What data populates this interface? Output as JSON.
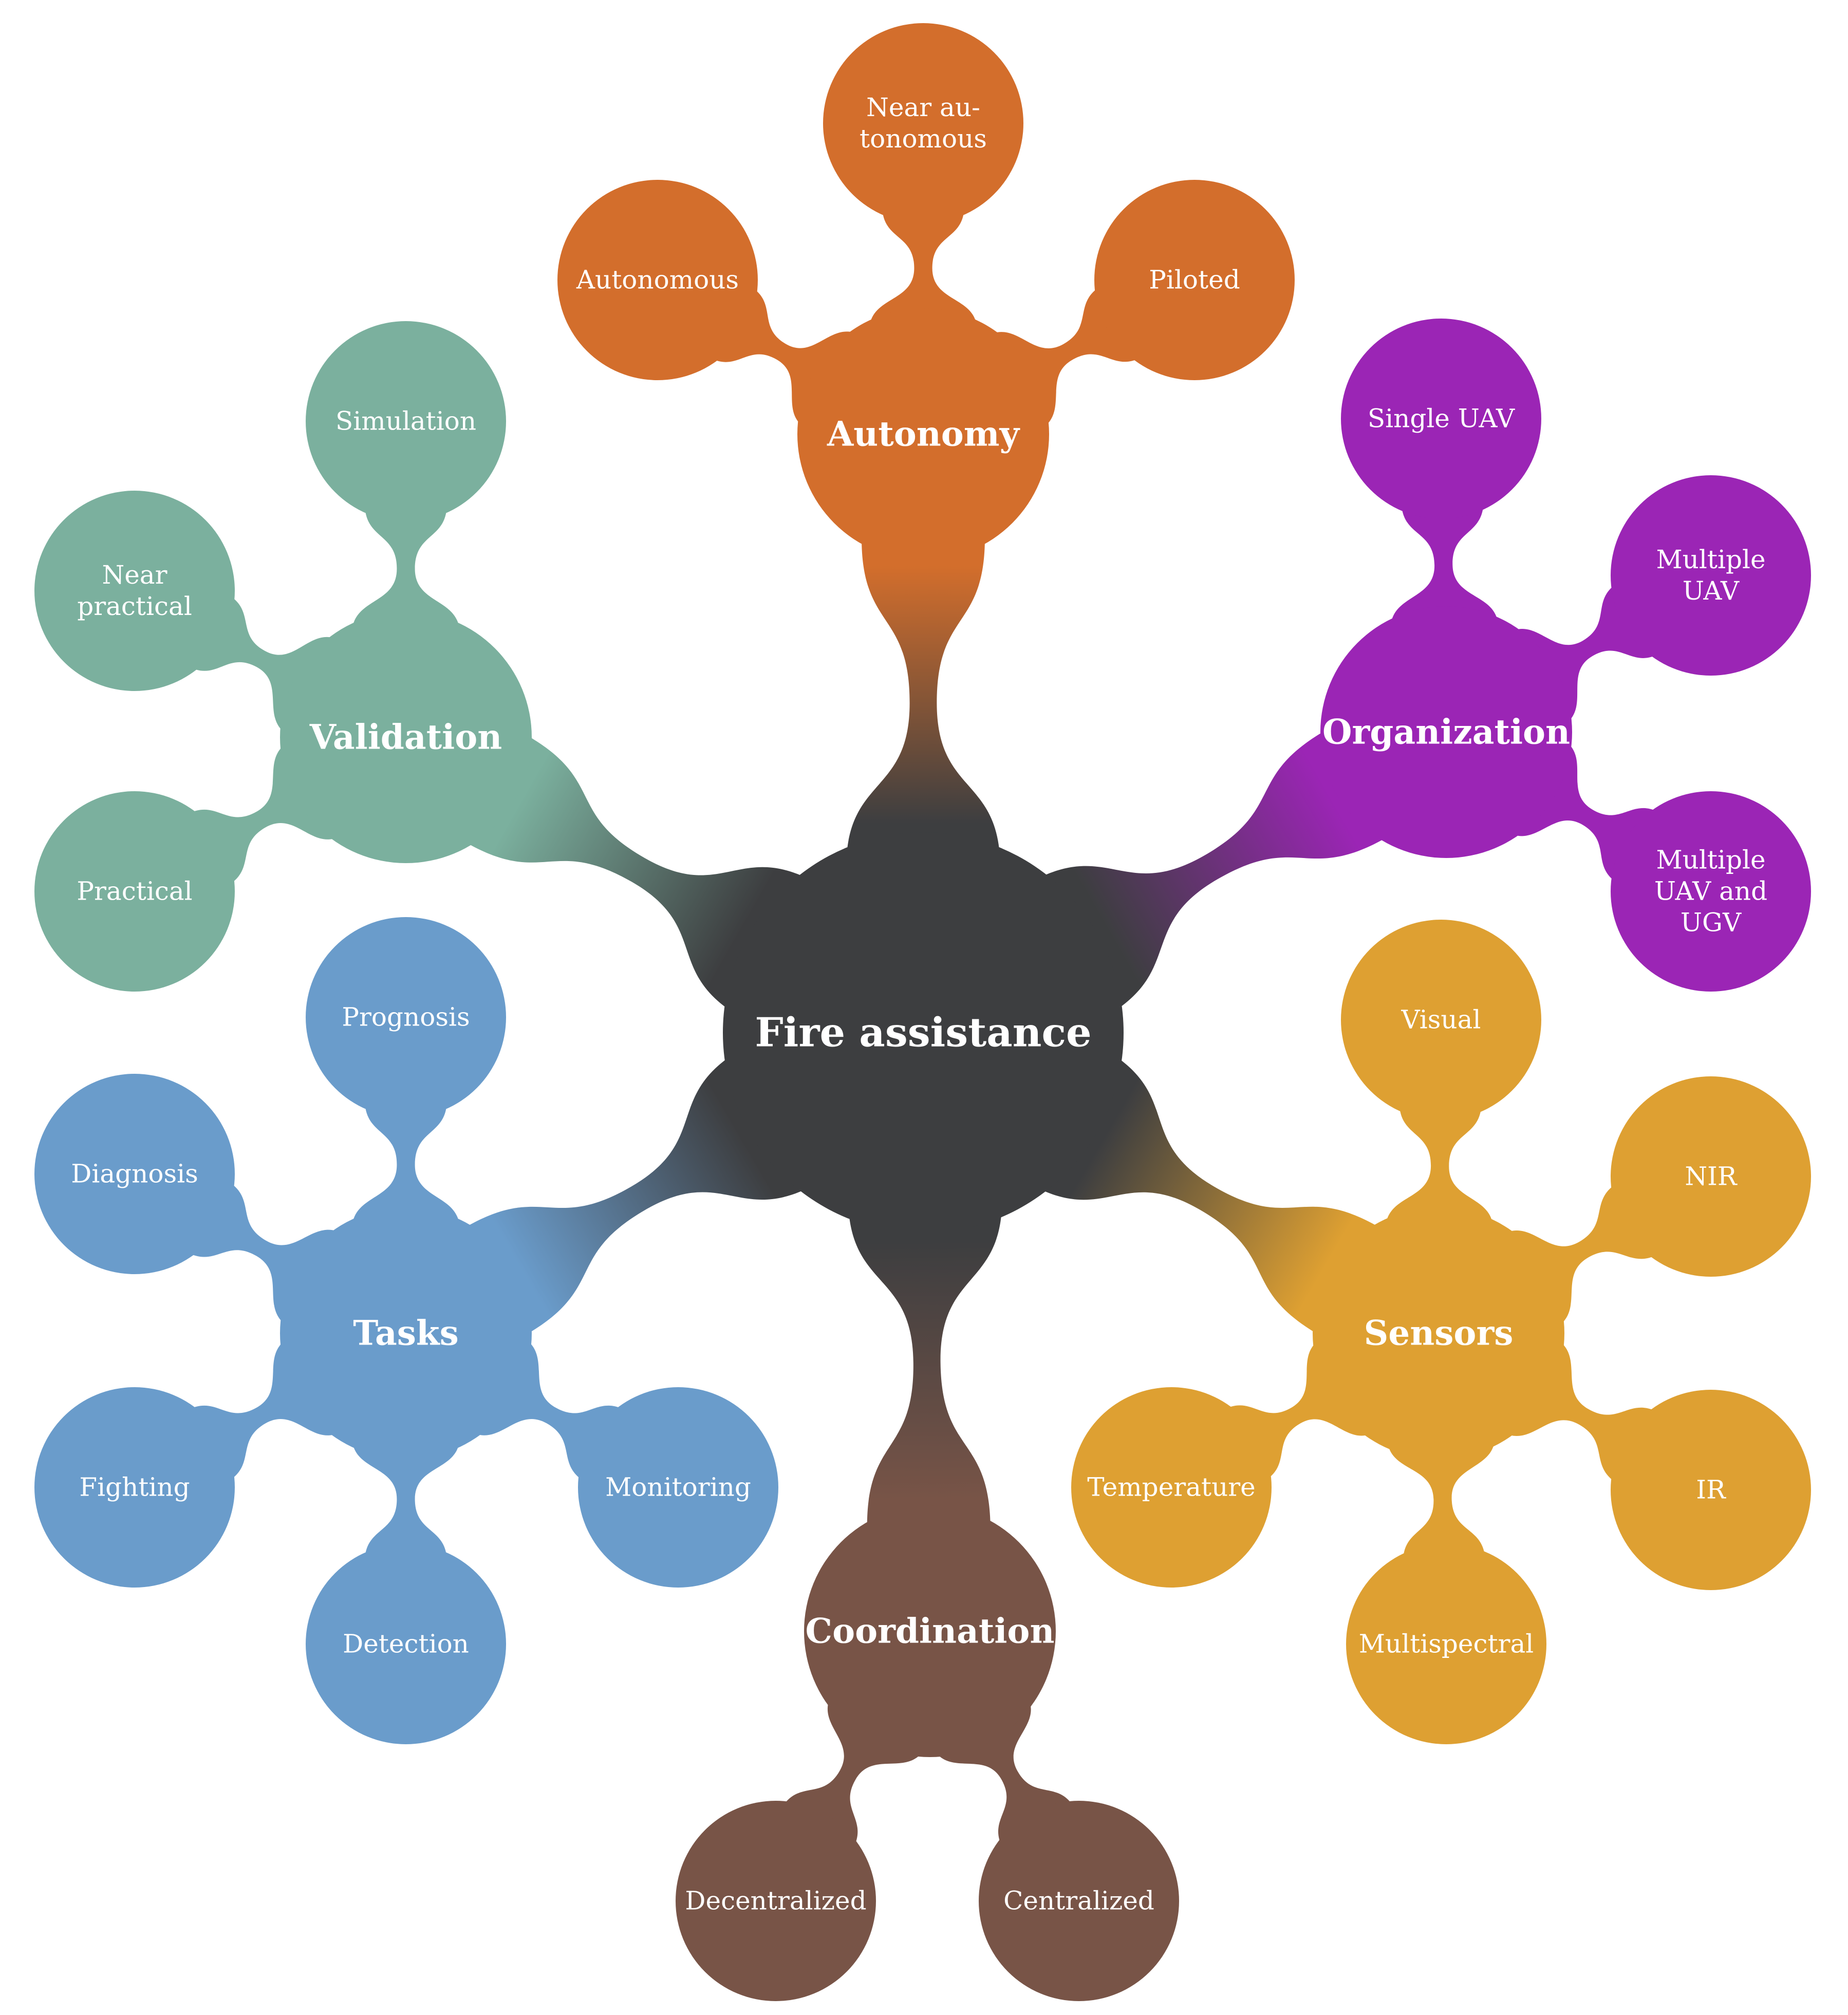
{
  "root": {
    "label": "Fire assistance",
    "color": "#3d3e40"
  },
  "branches": [
    {
      "label": "Autonomy",
      "color": "#d36e2c",
      "children": [
        "Autonomous",
        "Near au-\ntonomous",
        "Piloted"
      ]
    },
    {
      "label": "Organization",
      "color": "#9b25b5",
      "children": [
        "Single UAV",
        "Multiple\nUAV",
        "Multiple\nUAV and\nUGV"
      ]
    },
    {
      "label": "Sensors",
      "color": "#dea032",
      "children": [
        "Visual",
        "NIR",
        "IR",
        "Multispectral",
        "Temperature"
      ]
    },
    {
      "label": "Coordination",
      "color": "#785447",
      "children": [
        "Centralized",
        "Decentralized"
      ]
    },
    {
      "label": "Tasks",
      "color": "#6a9ccb",
      "children": [
        "Monitoring",
        "Detection",
        "Fighting",
        "Diagnosis",
        "Prognosis"
      ]
    },
    {
      "label": "Validation",
      "color": "#7bb09e",
      "children": [
        "Practical",
        "Near\npractical",
        "Simulation"
      ]
    }
  ]
}
